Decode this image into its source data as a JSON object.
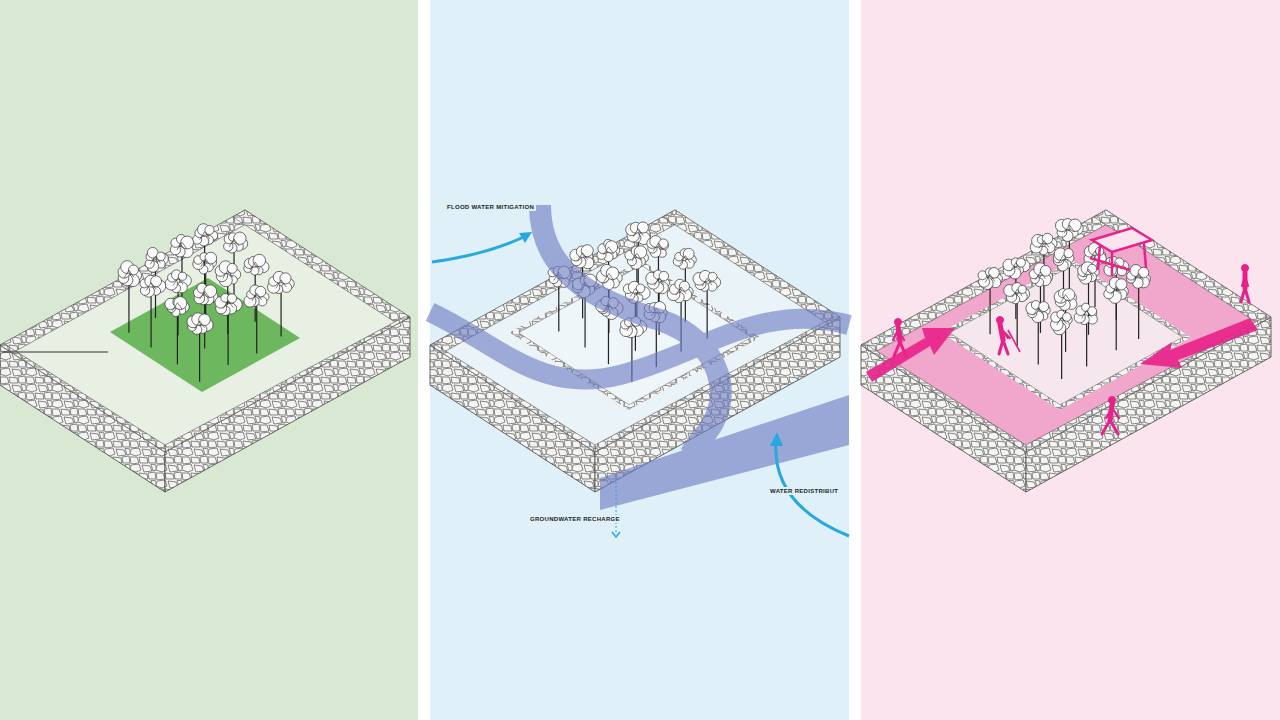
{
  "diagram": {
    "labels": [
      "FLOOD WATER MITIGATION",
      "GROUNDWATER RECHARGE",
      "WATER REDISTRIBUT"
    ]
  }
}
